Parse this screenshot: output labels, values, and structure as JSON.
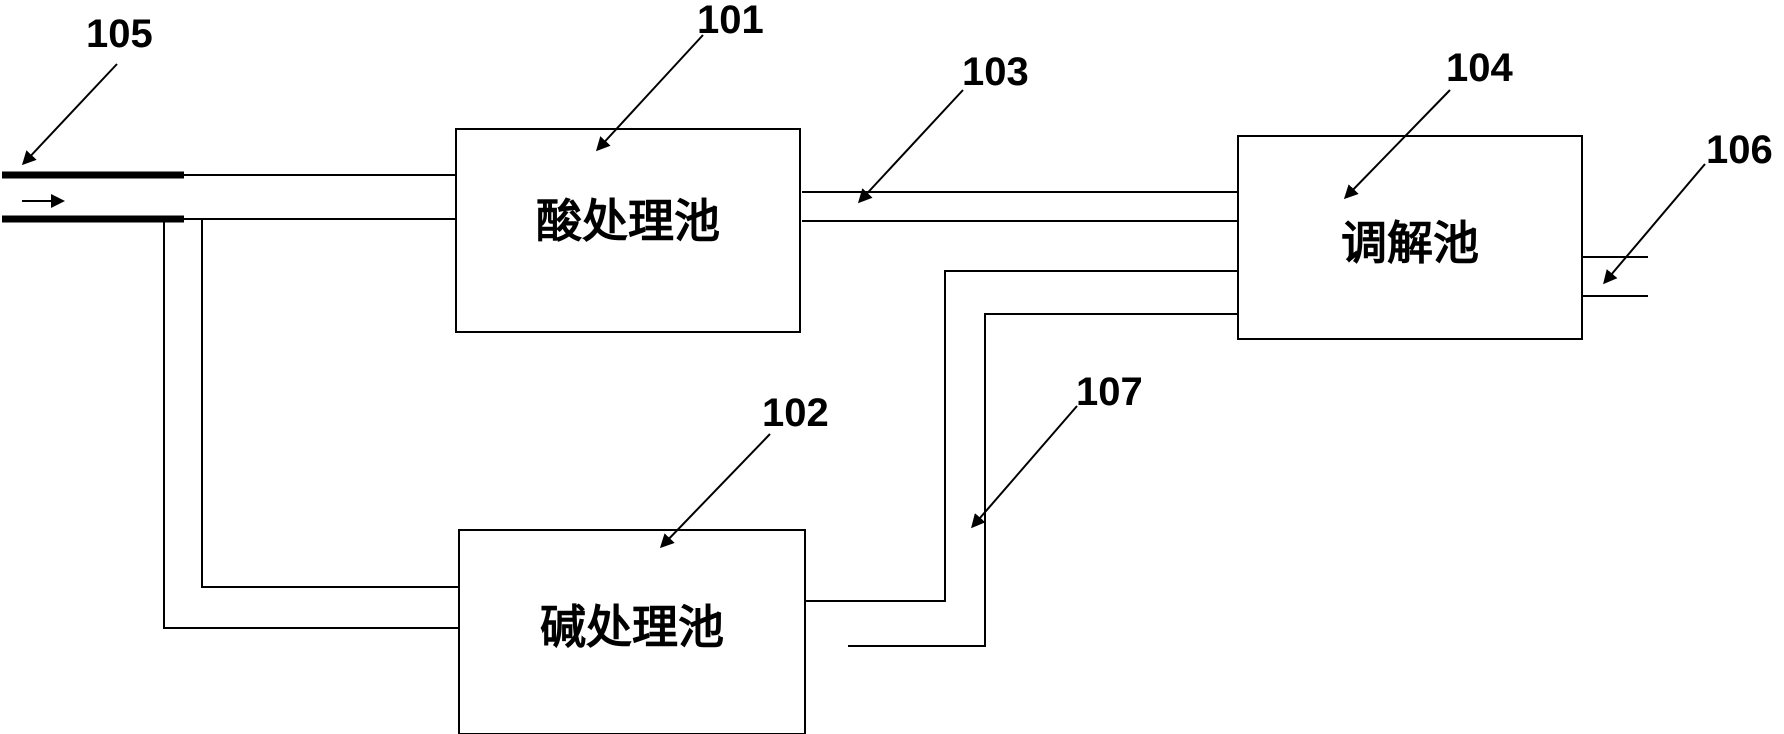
{
  "tanks": {
    "acid": "酸处理池",
    "alkali": "碱处理池",
    "regulating": "调解池"
  },
  "refs": {
    "acid_tank": "101",
    "alkali_tank": "102",
    "acid_outlet_pipe": "103",
    "regulating_tank": "104",
    "inlet_pipe": "105",
    "outlet_pipe": "106",
    "alkali_outlet_pipe": "107"
  },
  "colors": {
    "line": "#000000",
    "background": "#ffffff"
  }
}
